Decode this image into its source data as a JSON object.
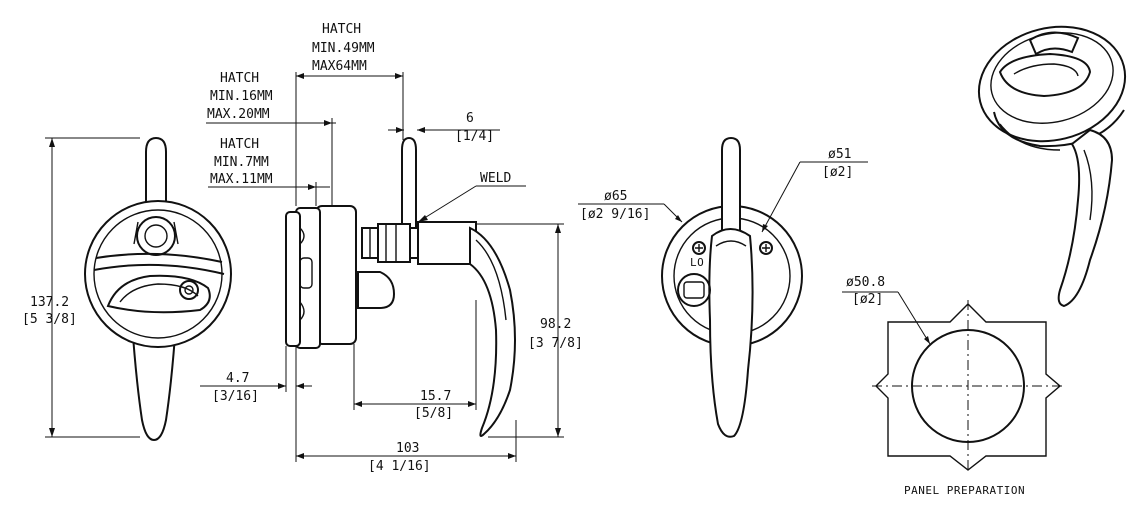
{
  "dimensions": {
    "hatch_49_64": {
      "title": "HATCH",
      "min": "MIN.49MM",
      "max": "MAX64MM"
    },
    "hatch_16_20": {
      "title": "HATCH",
      "min": "MIN.16MM",
      "max": "MAX.20MM"
    },
    "hatch_7_11": {
      "title": "HATCH",
      "min": "MIN.7MM",
      "max": "MAX.11MM"
    },
    "stud": {
      "mm": "6",
      "inch": "[1/4]"
    },
    "weld": "WELD",
    "height": {
      "mm": "137.2",
      "inch": "[5 3/8]"
    },
    "flange": {
      "mm": "4.7",
      "inch": "[3/16]"
    },
    "offset": {
      "mm": "15.7",
      "inch": "[5/8]"
    },
    "length": {
      "mm": "103",
      "inch": "[4 1/16]"
    },
    "handle_drop": {
      "mm": "98.2",
      "inch": "[3 7/8]"
    },
    "outer_dia": {
      "mm": "ø65",
      "inch": "[ø2 9/16]"
    },
    "inner_dia": {
      "mm": "ø51",
      "inch": "[ø2]"
    },
    "cutout_dia": {
      "mm": "ø50.8",
      "inch": "[ø2]"
    }
  },
  "lock_mark": "LO",
  "panel_caption": "PANEL PREPARATION"
}
